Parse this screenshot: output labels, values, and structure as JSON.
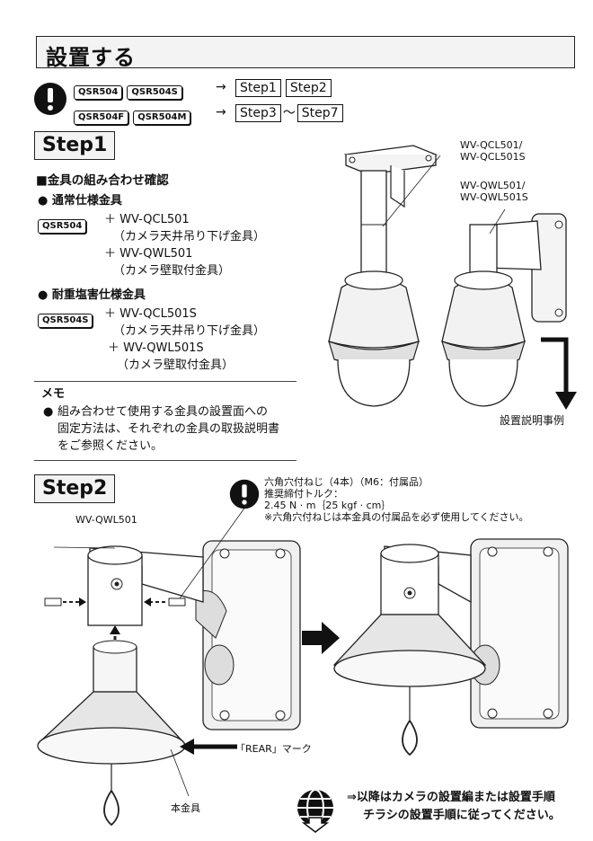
{
  "page": {
    "title": "設置する"
  },
  "note_top": {
    "row1": {
      "models": [
        "QSR504",
        "QSR504S"
      ],
      "arrow": "→",
      "steps": [
        "Step1",
        "Step2"
      ]
    },
    "row2": {
      "models": [
        "QSR504F",
        "QSR504M"
      ],
      "arrow": "→",
      "steps": [
        "Step3",
        "Step7"
      ],
      "range_sep": "〜"
    }
  },
  "step1": {
    "title": "Step1",
    "heading": "■金具の組み合わせ確認",
    "normal": {
      "label": "● 通常仕様金具",
      "model": "QSR504",
      "line1": "＋ WV-QCL501",
      "line1_sub": "（カメラ天井吊り下げ金具）",
      "line2": "＋ WV-QWL501",
      "line2_sub": "（カメラ壁取付金具）"
    },
    "salt": {
      "label": "● 耐重塩害仕様金具",
      "model": "QSR504S",
      "line1": "＋ WV-QCL501S",
      "line1_sub": "（カメラ天井吊り下げ金具）",
      "line2": "＋ WV-QWL501S",
      "line2_sub": "（カメラ壁取付金具）"
    },
    "memo": {
      "title": "メモ",
      "bullet": "●",
      "lines": [
        "組み合わせて使用する金具の設置面への",
        "固定方法は、それぞれの金具の取扱説明書",
        "をご参照ください。"
      ]
    },
    "fig": {
      "label_ceiling": [
        "WV-QCL501/",
        "WV-QCL501S"
      ],
      "label_wall": [
        "WV-QWL501/",
        "WV-QWL501S"
      ],
      "caption": "設置説明事例"
    }
  },
  "step2": {
    "title": "Step2",
    "warning": [
      "六角穴付ねじ（4本）（M6：付属品）",
      "推奨締付トルク：",
      "2.45 N · m｛25 kgf · cm｝",
      "※六角穴付ねじは本金具の付属品を必ず使用してください。"
    ],
    "bracket_label": "WV-QWL501",
    "rear_mark": "「REAR」マーク",
    "hon_kanagu": "本金具",
    "footer": [
      "⇒以降はカメラの設置編または設置手順",
      "チラシの設置手順に従ってください。"
    ]
  }
}
